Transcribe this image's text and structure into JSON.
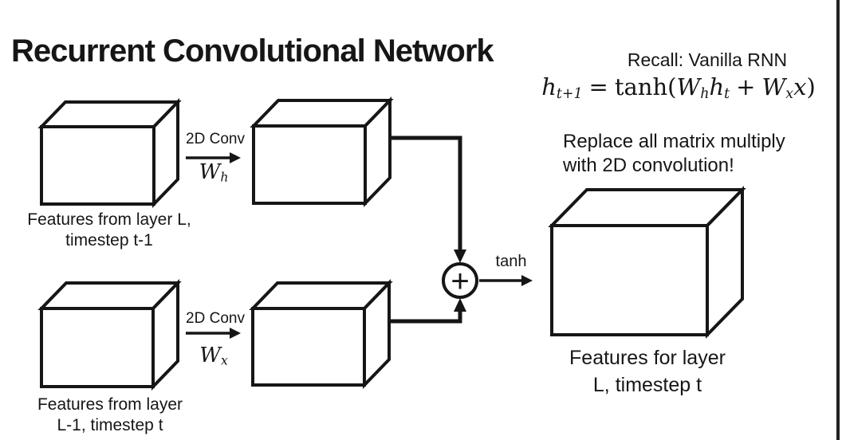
{
  "slide": {
    "title": "Recurrent Convolutional Network",
    "recall_heading": "Recall: Vanilla RNN",
    "replace_note": {
      "line1": "Replace all matrix multiply",
      "line2": "with 2D convolution!"
    },
    "top_path": {
      "label_line1": "Features from layer L,",
      "label_line2": "timestep t-1",
      "conv_label": "2D Conv",
      "weight_base": "W",
      "weight_sub": "h"
    },
    "bottom_path": {
      "label_line1": "Features from layer",
      "label_line2": "L-1, timestep t",
      "conv_label": "2D Conv",
      "weight_base": "W",
      "weight_sub": "x"
    },
    "sum_symbol": "+",
    "activation_label": "tanh",
    "output": {
      "label_line1": "Features for layer",
      "label_line2": "L, timestep t"
    }
  },
  "equation": {
    "h_base": "h",
    "h_sub": "t+1",
    "equals": "=",
    "func": "tanh(",
    "Wh_base": "W",
    "Wh_sub": "h",
    "ht_base": "h",
    "ht_sub": "t",
    "plus": "+",
    "Wx_base": "W",
    "Wx_sub": "x",
    "x_base": "x",
    "close": ")"
  },
  "colors": {
    "ink": "#161616",
    "background": "#ffffff",
    "frame_border": "#222222"
  }
}
